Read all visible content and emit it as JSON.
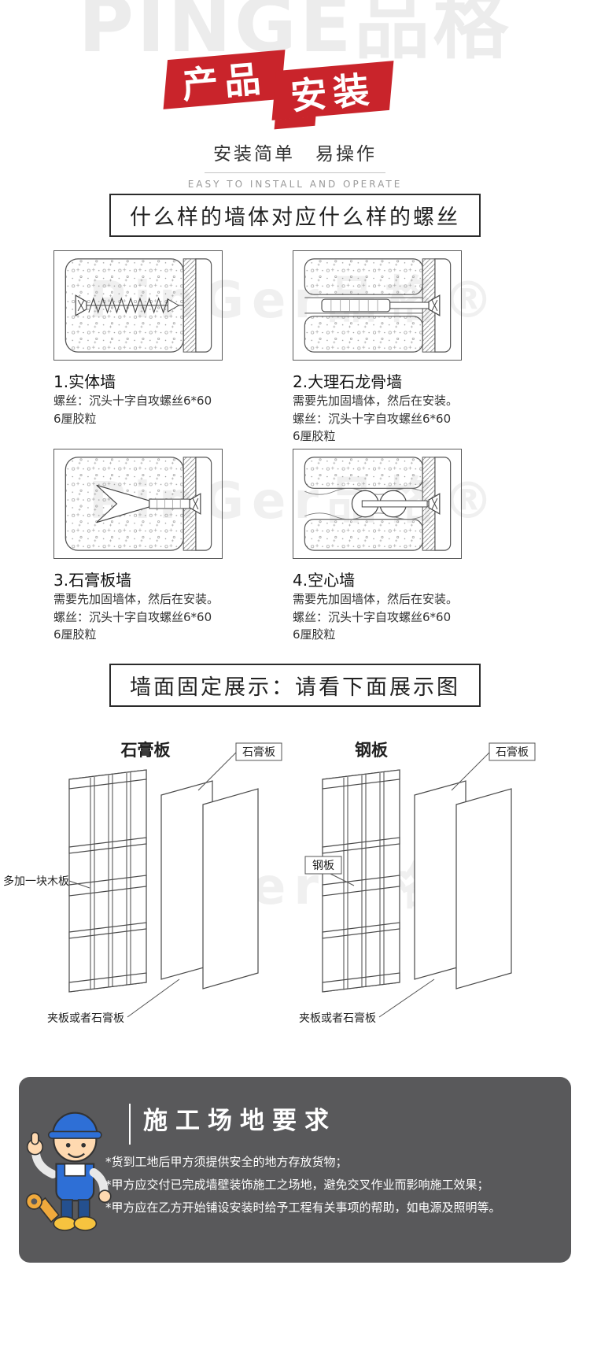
{
  "watermarks": {
    "top": "PINGE品格",
    "brand": "PinGer品格®"
  },
  "header": {
    "badge_left": "产品",
    "badge_right": "安装",
    "tagline": "安装简单　易操作",
    "tagline_en": "EASY TO INSTALL AND OPERATE"
  },
  "wall_section": {
    "title": "什么样的墙体对应什么样的螺丝",
    "cards": [
      {
        "title": "1.实体墙",
        "note": "",
        "screw": "螺丝：沉头十字自攻螺丝6*60",
        "size": "6厘胶粒"
      },
      {
        "title": "2.大理石龙骨墙",
        "note": "需要先加固墙体，然后在安装。",
        "screw": "螺丝：沉头十字自攻螺丝6*60",
        "size": "6厘胶粒"
      },
      {
        "title": "3.石膏板墙",
        "note": "需要先加固墙体，然后在安装。",
        "screw": "螺丝：沉头十字自攻螺丝6*60",
        "size": "6厘胶粒"
      },
      {
        "title": "4.空心墙",
        "note": "需要先加固墙体，然后在安装。",
        "screw": "螺丝：沉头十字自攻螺丝6*60",
        "size": "6厘胶粒"
      }
    ]
  },
  "display_section": {
    "title": "墙面固定展示：请看下面展示图",
    "left": {
      "heading": "石膏板",
      "label_panel": "石膏板",
      "label_plank": "多加一块木板",
      "label_bottom": "夹板或者石膏板"
    },
    "right": {
      "heading": "钢板",
      "label_panel": "石膏板",
      "label_steel": "钢板",
      "label_bottom": "夹板或者石膏板"
    }
  },
  "site_requirements": {
    "title": "施工场地要求",
    "notes": [
      "*货到工地后甲方须提供安全的地方存放货物；",
      "*甲方应交付已完成墙壁装饰施工之场地，避免交叉作业而影响施工效果；",
      "*甲方应在乙方开始铺设安装时给予工程有关事项的帮助，如电源及照明等。"
    ]
  }
}
